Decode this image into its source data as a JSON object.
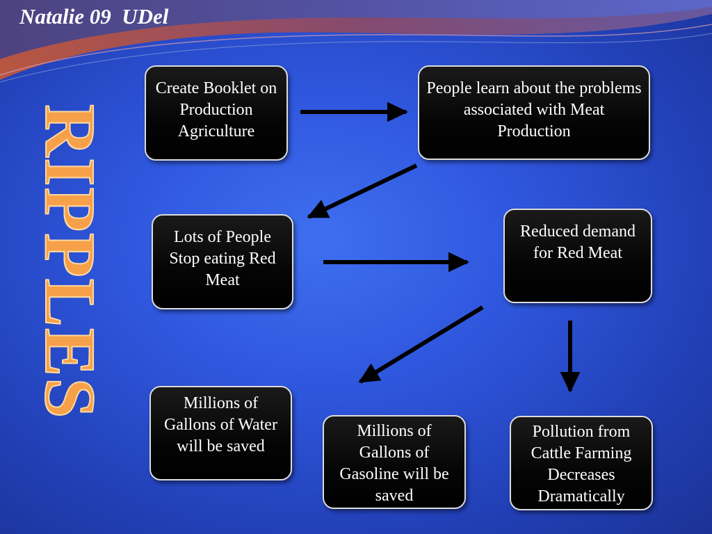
{
  "header": {
    "author": "Natalie 09  UDel"
  },
  "title": {
    "text": "RIPPLES"
  },
  "colors": {
    "background": "#2f57de",
    "title": "#f6a04a",
    "box": "#000000",
    "box_text": "#ffffff",
    "arrow": "#000000"
  },
  "nodes": {
    "booklet": "Create Booklet on Production Agriculture",
    "learn": "People learn about the problems associated with Meat Production",
    "stop_eating": "Lots of People Stop eating Red Meat",
    "reduced_demand": "Reduced demand for Red Meat",
    "water": "Millions of Gallons of Water will be saved",
    "gasoline": "Millions of Gallons of Gasoline will be saved",
    "pollution": "Pollution from Cattle Farming Decreases Dramatically"
  },
  "edges": [
    {
      "from": "booklet",
      "to": "learn"
    },
    {
      "from": "learn",
      "to": "stop_eating"
    },
    {
      "from": "stop_eating",
      "to": "reduced_demand"
    },
    {
      "from": "reduced_demand",
      "to": "gasoline"
    },
    {
      "from": "reduced_demand",
      "to": "pollution"
    }
  ]
}
